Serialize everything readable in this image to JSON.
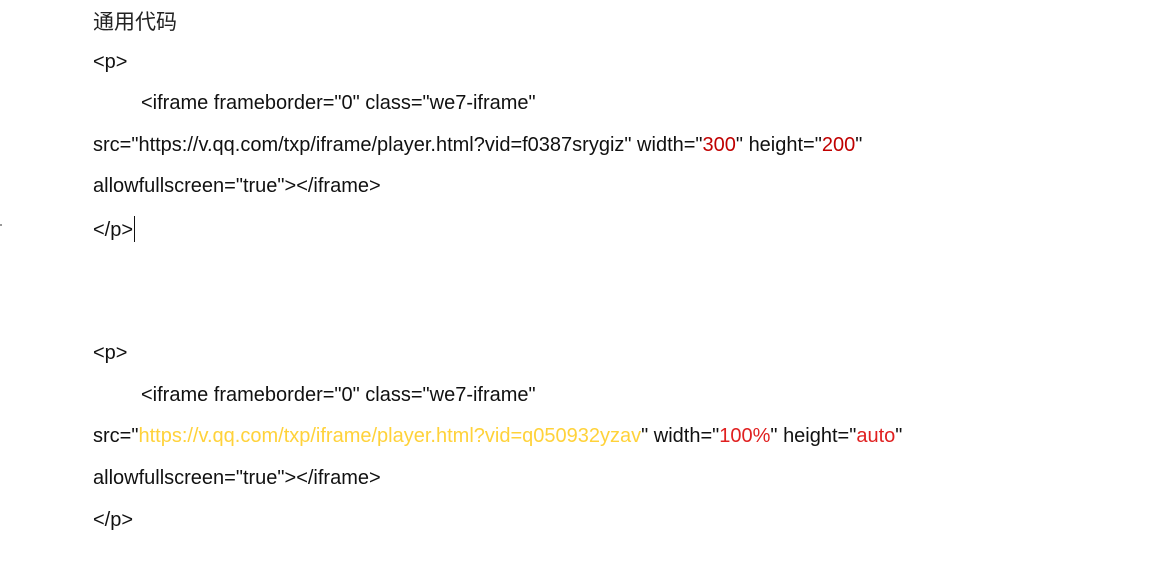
{
  "heading": "通用代码",
  "block1": {
    "p_open": "<p>",
    "iframe_open": "<iframe frameborder=\"0\" class=\"we7-iframe\"",
    "src_prefix": "src=\"https://v.qq.com/txp/iframe/player.html?vid=f0387srygiz\" width=\"",
    "width_value": "300",
    "height_prefix": "\" height=\"",
    "height_value": "200",
    "height_suffix": "\"",
    "allowfullscreen": "allowfullscreen=\"true\"></iframe>",
    "p_close": "</p>"
  },
  "block2": {
    "p_open": "<p>",
    "iframe_open": "<iframe frameborder=\"0\" class=\"we7-iframe\"",
    "src_prefix": "src=\"",
    "src_url": "https://v.qq.com/txp/iframe/player.html?vid=q050932yzav",
    "width_prefix": "\" width=\"",
    "width_value": "100%",
    "height_prefix": "\" height=\"",
    "height_value": "auto",
    "height_suffix": "\"",
    "allowfullscreen": "allowfullscreen=\"true\"></iframe>",
    "p_close": "</p>"
  },
  "colors": {
    "numeric_value": "#c00000",
    "keyword_value": "#e02020",
    "url_highlight": "#ffd23a"
  }
}
